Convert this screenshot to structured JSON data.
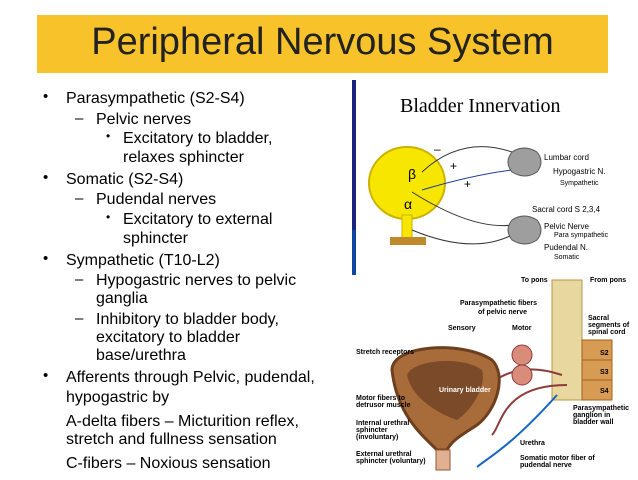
{
  "slide": {
    "title": "Peripheral Nervous System",
    "items": [
      {
        "text": "Parasympathetic (S2-S4)"
      },
      {
        "text": "Pelvic nerves"
      },
      {
        "text": "Excitatory to bladder,"
      },
      {
        "text": "relaxes sphincter"
      },
      {
        "text": "Somatic (S2-S4)"
      },
      {
        "text": "Pudendal nerves"
      },
      {
        "text": "Excitatory to external"
      },
      {
        "text": "sphincter"
      },
      {
        "text": "Sympathetic (T10-L2)"
      },
      {
        "text": "Hypogastric nerves to pelvic"
      },
      {
        "text": "ganglia"
      },
      {
        "text": "Inhibitory to bladder body,"
      },
      {
        "text": "excitatory to bladder"
      },
      {
        "text": "base/urethra"
      },
      {
        "text": "Afferents through Pelvic, pudendal,"
      },
      {
        "text": "hypogastric by"
      },
      {
        "text": "A-delta fibers – Micturition reflex,"
      },
      {
        "text": "stretch and fullness sensation"
      },
      {
        "text": "C-fibers – Noxious sensation"
      }
    ]
  },
  "diagram_top": {
    "title": "Bladder Innervation",
    "labels": {
      "lumbar": "Lumbar cord",
      "hypogastric": "Hypogastric N.",
      "sympathetic": "Sympathetic",
      "sacral": "Sacral cord  S 2,3,4",
      "pelvic": "Pelvic Nerve",
      "parasym": "Para sympathetic",
      "pudendal": "Pudendal N.",
      "somatic": "Somatic",
      "beta": "β",
      "alpha": "α",
      "plus1": "+",
      "plus2": "+",
      "minus": "–"
    }
  },
  "diagram_bottom": {
    "labels": {
      "to_pons": "To pons",
      "from_pons": "From pons",
      "para_fibers": "Parasympathetic fibers",
      "of_pelvic": "of pelvic nerve",
      "sensory": "Sensory",
      "motor": "Motor",
      "stretch": "Stretch receptors",
      "sacral_segments": "Sacral segments of spinal cord",
      "s2": "S2",
      "s3": "S3",
      "s4": "S4",
      "urinary": "Urinary bladder",
      "motor_fibers": "Motor fibers to detrusor muscle",
      "internal": "Internal urethral sphincter (involuntary)",
      "para_ganglion": "Parasympathetic ganglion in bladder wall",
      "urethra": "Urethra",
      "external": "External urethral sphincter (voluntary)",
      "somatic_motor": "Somatic motor fiber of pudendal nerve"
    }
  }
}
